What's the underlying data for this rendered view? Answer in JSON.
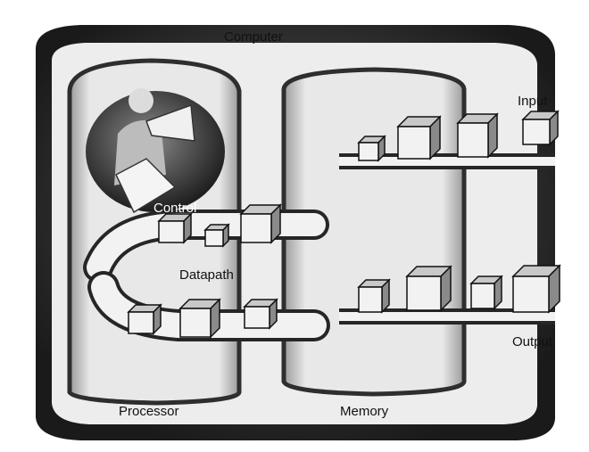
{
  "labels": {
    "computer": "Computer",
    "control": "Control",
    "datapath": "Datapath",
    "processor": "Processor",
    "memory": "Memory",
    "input": "Input",
    "output": "Output"
  },
  "colors": {
    "outer_shell": "#3a3a3a",
    "panel": "#e6e6e6",
    "bus": "#262626",
    "box_face": "#f2f2f2",
    "box_top": "#c8c8c8",
    "box_side": "#8a8a8a",
    "ink": "#111111"
  },
  "icons": {
    "person": "person-with-megaphone-icon",
    "box": "data-box-icon"
  }
}
